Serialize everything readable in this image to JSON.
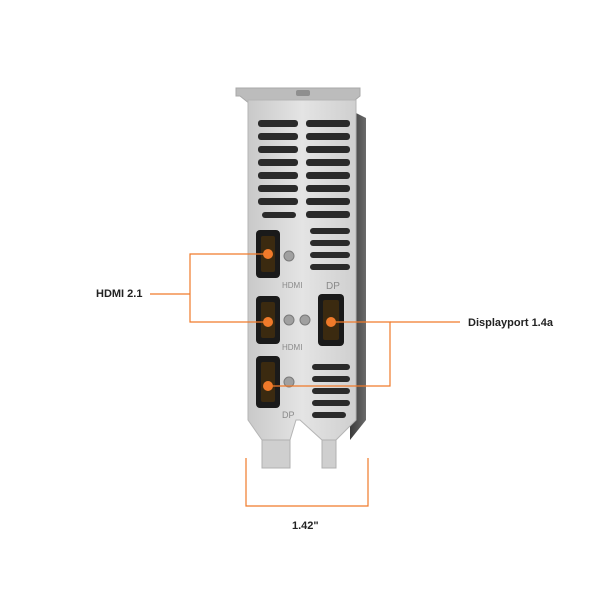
{
  "labels": {
    "hdmi_callout": "HDMI 2.1",
    "dp_callout": "Displayport 1.4a",
    "width_callout": "1.42\""
  },
  "engravings": {
    "hdmi_upper": "HDMI",
    "hdmi_lower": "HDMI",
    "dp_upper": "DP",
    "dp_lower": "DP"
  },
  "colors": {
    "callout": "#f07a2a",
    "plate": "#d9d9d9",
    "port": "#1a1a1a"
  }
}
